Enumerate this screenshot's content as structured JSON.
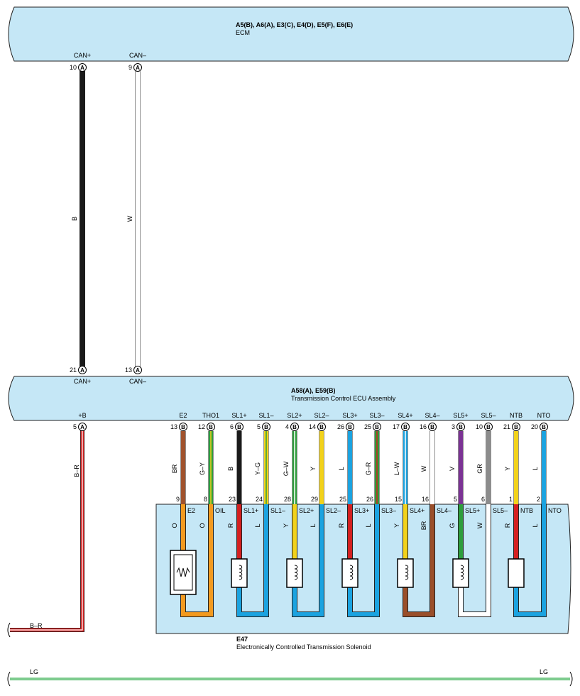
{
  "ecm": {
    "connectors": "A5(B), A6(A), E3(C), E4(D), E5(F), E6(E)",
    "name": "ECM",
    "terminals": [
      {
        "label": "CAN+",
        "pin": "10",
        "conn": "A"
      },
      {
        "label": "CAN–",
        "pin": "9",
        "conn": "A"
      }
    ]
  },
  "can_wires": [
    {
      "color_code": "B",
      "hex": "#1a1a1a"
    },
    {
      "color_code": "W",
      "hex": "#ffffff"
    }
  ],
  "tcu": {
    "connectors": "A58(A), E59(B)",
    "name": "Transmission Control ECU Assembly",
    "top_terminals": [
      {
        "label": "CAN+",
        "pin": "21",
        "conn": "A"
      },
      {
        "label": "CAN–",
        "pin": "13",
        "conn": "A"
      }
    ],
    "bottom_terminals": [
      {
        "label": "+B",
        "pin": "5",
        "conn": "A"
      },
      {
        "label": "E2",
        "pin": "13",
        "conn": "B"
      },
      {
        "label": "THO1",
        "pin": "12",
        "conn": "B"
      },
      {
        "label": "SL1+",
        "pin": "6",
        "conn": "B"
      },
      {
        "label": "SL1–",
        "pin": "5",
        "conn": "B"
      },
      {
        "label": "SL2+",
        "pin": "4",
        "conn": "B"
      },
      {
        "label": "SL2–",
        "pin": "14",
        "conn": "B"
      },
      {
        "label": "SL3+",
        "pin": "26",
        "conn": "B"
      },
      {
        "label": "SL3–",
        "pin": "25",
        "conn": "B"
      },
      {
        "label": "SL4+",
        "pin": "17",
        "conn": "B"
      },
      {
        "label": "SL4–",
        "pin": "16",
        "conn": "B"
      },
      {
        "label": "SL5+",
        "pin": "3",
        "conn": "B"
      },
      {
        "label": "SL5–",
        "pin": "10",
        "conn": "B"
      },
      {
        "label": "NTB",
        "pin": "21",
        "conn": "B"
      },
      {
        "label": "NTO",
        "pin": "20",
        "conn": "B"
      }
    ]
  },
  "plus_b_wire": {
    "color_code": "B–R",
    "bottom_label": "B–R",
    "hex": "#d42020"
  },
  "solenoid_wires": [
    {
      "code": "BR",
      "pin": "9",
      "hex": "#a0522d"
    },
    {
      "code": "G–Y",
      "pin": "8",
      "hex": "#2e9e3c",
      "stripe": "#f2d21b"
    },
    {
      "code": "B",
      "pin": "23",
      "hex": "#1a1a1a"
    },
    {
      "code": "Y–G",
      "pin": "24",
      "hex": "#f2d21b",
      "stripe": "#2e9e3c"
    },
    {
      "code": "G–W",
      "pin": "28",
      "hex": "#2e9e3c",
      "stripe": "#ffffff"
    },
    {
      "code": "Y",
      "pin": "29",
      "hex": "#f2d21b"
    },
    {
      "code": "L",
      "pin": "25",
      "hex": "#1ba3e0"
    },
    {
      "code": "G–R",
      "pin": "26",
      "hex": "#2e9e3c",
      "stripe": "#d42020"
    },
    {
      "code": "L–W",
      "pin": "15",
      "hex": "#1ba3e0",
      "stripe": "#ffffff"
    },
    {
      "code": "W",
      "pin": "16",
      "hex": "#ffffff"
    },
    {
      "code": "V",
      "pin": "5",
      "hex": "#7b3294"
    },
    {
      "code": "GR",
      "pin": "6",
      "hex": "#8c8c8c"
    },
    {
      "code": "Y",
      "pin": "1",
      "hex": "#f2d21b"
    },
    {
      "code": "L",
      "pin": "2",
      "hex": "#1ba3e0"
    }
  ],
  "solenoid": {
    "id": "E47",
    "name": "Electronically Controlled Transmission Solenoid",
    "terminals": [
      "E2",
      "OIL",
      "SL1+",
      "SL1–",
      "SL2+",
      "SL2–",
      "SL3+",
      "SL3–",
      "SL4+",
      "SL4–",
      "SL5+",
      "SL5–",
      "NTB",
      "NTO"
    ],
    "internal_codes": [
      "O",
      "O",
      "R",
      "L",
      "Y",
      "L",
      "R",
      "L",
      "Y",
      "BR",
      "G",
      "W",
      "R",
      "L"
    ],
    "internal_colors": [
      "#f39a1f",
      "#f39a1f",
      "#d42020",
      "#1ba3e0",
      "#f2d21b",
      "#1ba3e0",
      "#d42020",
      "#1ba3e0",
      "#f2d21b",
      "#9a4f2a",
      "#2e9e3c",
      "#ffffff",
      "#d42020",
      "#1ba3e0"
    ],
    "loop_colors": [
      "#f39a1f",
      "#1ba3e0",
      "#1ba3e0",
      "#1ba3e0",
      "#9a4f2a",
      "#ffffff",
      "#1ba3e0"
    ],
    "element_types": [
      "thermistor",
      "coil",
      "coil",
      "coil",
      "coil",
      "coil",
      "sensor"
    ]
  },
  "ground_wire": {
    "left_label": "LG",
    "right_label": "LG",
    "hex": "#7dcb8e"
  },
  "colors": {
    "panel": "#c5e7f6",
    "panel_border": "#222222"
  }
}
